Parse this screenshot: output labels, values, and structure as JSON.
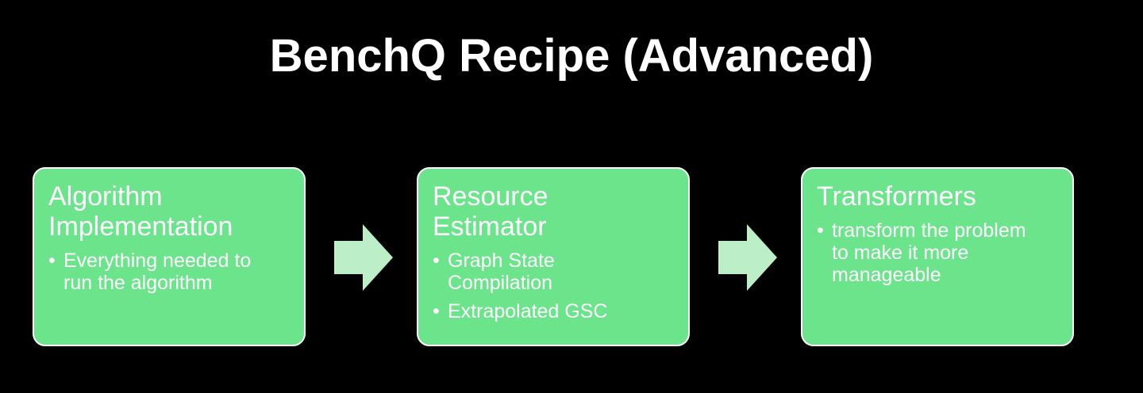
{
  "title": "BenchQ Recipe (Advanced)",
  "colors": {
    "background": "#000000",
    "box_fill": "#6be48c",
    "box_border": "#ffffff",
    "arrow_fill": "#bcefc8",
    "text": "#ffffff"
  },
  "steps": [
    {
      "title": "Algorithm\nImplementation",
      "bullets": [
        "Everything needed to\nrun the algorithm"
      ]
    },
    {
      "title": "Resource\nEstimator",
      "bullets": [
        "Graph State\nCompilation",
        "Extrapolated GSC"
      ]
    },
    {
      "title": "Transformers",
      "bullets": [
        "transform the problem\nto make it more\nmanageable"
      ]
    }
  ],
  "arrows": [
    "right-arrow-icon",
    "right-arrow-icon"
  ]
}
